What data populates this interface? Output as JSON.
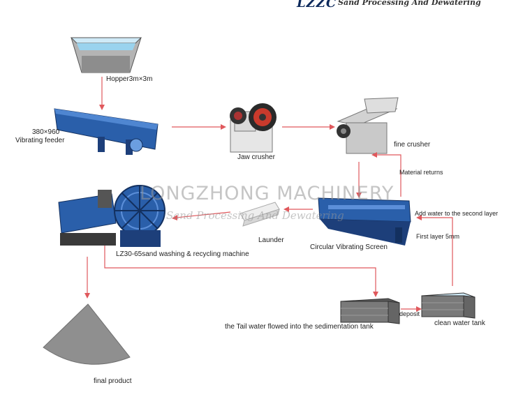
{
  "header": {
    "logo_text": "LZZC",
    "tagline": "Sand Processing And Dewatering"
  },
  "watermark": {
    "main": "LONGZHONG MACHINERY",
    "sub": "Sand Processing And Dewatering"
  },
  "nodes": {
    "hopper": "Hopper3m×3m",
    "feeder_spec": "380×960",
    "feeder": "Vibrating feeder",
    "jaw_crusher": "Jaw crusher",
    "fine_crusher": "fine crusher",
    "material_returns": "Material returns",
    "add_water": "Add water to the second layer",
    "first_layer": "First layer 5mm",
    "launder": "Launder",
    "vibrating_screen": "Circular Vibrating Screen",
    "sand_washer": "LZ30-65sand washing & recycling machine",
    "tail_water": "the Tail water flowed into the sedimentation tank",
    "deposit": "deposit",
    "clean_water_tank": "clean water tank",
    "final_product": "final product"
  },
  "colors": {
    "arrow": "#e0585c",
    "machine_blue": "#2a5faa",
    "machine_dark": "#1d3f7a",
    "tank_gray": "#7a7a7a",
    "product_gray": "#8f8f8f"
  }
}
